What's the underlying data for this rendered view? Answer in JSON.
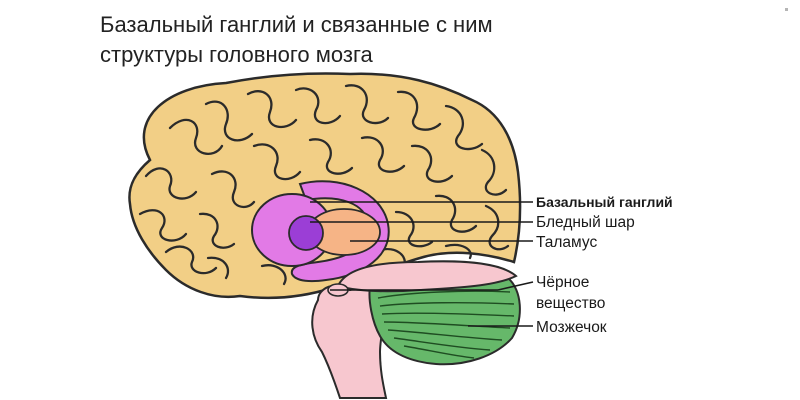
{
  "title": {
    "line1": "Базальный ганглий и связанные с ним",
    "line2": "структуры головного мозга"
  },
  "labels": {
    "basal_ganglia": "Базальный ганглий",
    "globus_pallidus": "Бледный шар",
    "thalamus": "Таламус",
    "substantia_nigra_line1": "Чёрное",
    "substantia_nigra_line2": "вещество",
    "cerebellum": "Мозжечок"
  },
  "colors": {
    "cortex": "#f2cf86",
    "gyri_lines": "#2b2b2b",
    "basal_ganglia": "#e27ae6",
    "globus_pallidus": "#9b3ed6",
    "thalamus": "#f6b486",
    "brainstem": "#f7c7cf",
    "cerebellum": "#66b86a"
  }
}
